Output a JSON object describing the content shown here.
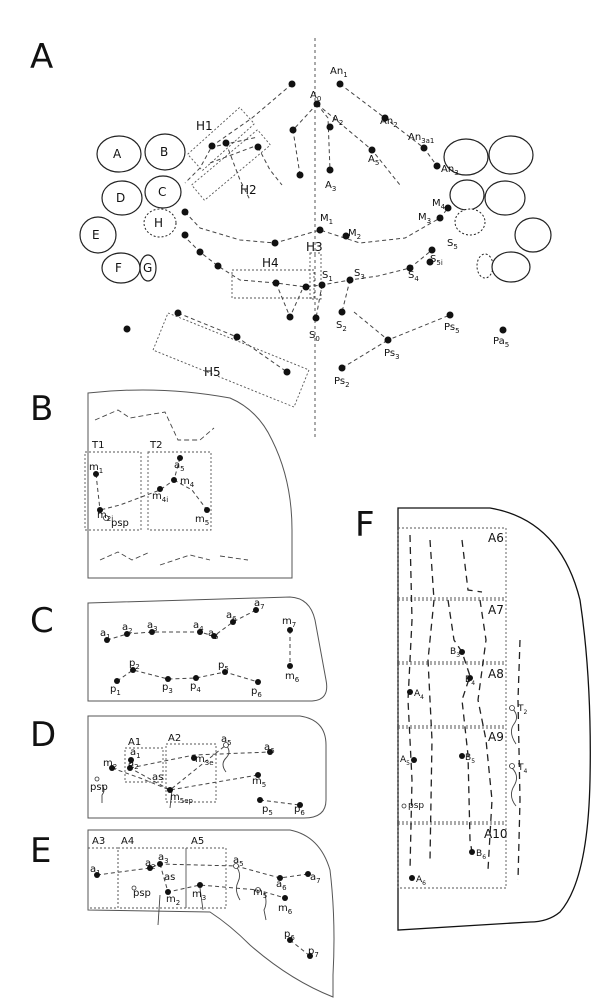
{
  "panels": {
    "a": "A",
    "b": "B",
    "c": "C",
    "d": "D",
    "e": "E",
    "f": "F"
  },
  "panel_a": {
    "stemmata": [
      "A",
      "B",
      "C",
      "D",
      "E",
      "F",
      "G",
      "H"
    ],
    "boxes": [
      "H1",
      "H2",
      "H3",
      "H4",
      "H5"
    ],
    "setae": [
      {
        "base": "An",
        "sub": "1"
      },
      {
        "base": "A",
        "sub": "0"
      },
      {
        "base": "A",
        "sub": "2"
      },
      {
        "base": "An",
        "sub": "2"
      },
      {
        "base": "An",
        "sub": "3a1"
      },
      {
        "base": "A",
        "sub": "5"
      },
      {
        "base": "An",
        "sub": "3"
      },
      {
        "base": "A",
        "sub": "3"
      },
      {
        "base": "M",
        "sub": "4"
      },
      {
        "base": "M",
        "sub": "1"
      },
      {
        "base": "M",
        "sub": "3"
      },
      {
        "base": "M",
        "sub": "2"
      },
      {
        "base": "S",
        "sub": "5"
      },
      {
        "base": "S",
        "sub": "5i"
      },
      {
        "base": "S",
        "sub": "1"
      },
      {
        "base": "S",
        "sub": "3"
      },
      {
        "base": "S",
        "sub": "4"
      },
      {
        "base": "S",
        "sub": "2"
      },
      {
        "base": "S",
        "sub": "0"
      },
      {
        "base": "Ps",
        "sub": "5"
      },
      {
        "base": "Pa",
        "sub": "5"
      },
      {
        "base": "Ps",
        "sub": "3"
      },
      {
        "base": "Ps",
        "sub": "2"
      }
    ]
  },
  "panel_b": {
    "boxes": [
      "T1",
      "T2"
    ],
    "setae": [
      {
        "base": "m",
        "sub": "1"
      },
      {
        "base": "a",
        "sub": "5"
      },
      {
        "base": "m",
        "sub": "4"
      },
      {
        "base": "m",
        "sub": "4i"
      },
      {
        "base": "m",
        "sub": "2i"
      },
      {
        "base": "m",
        "sub": "5"
      }
    ],
    "psp": "psp"
  },
  "panel_c": {
    "setae": [
      {
        "base": "a",
        "sub": "1"
      },
      {
        "base": "a",
        "sub": "2"
      },
      {
        "base": "a",
        "sub": "3"
      },
      {
        "base": "a",
        "sub": "4"
      },
      {
        "base": "a",
        "sub": "5"
      },
      {
        "base": "a",
        "sub": "6"
      },
      {
        "base": "a",
        "sub": "7"
      },
      {
        "base": "m",
        "sub": "7"
      },
      {
        "base": "m",
        "sub": "6"
      },
      {
        "base": "p",
        "sub": "1"
      },
      {
        "base": "p",
        "sub": "2"
      },
      {
        "base": "p",
        "sub": "3"
      },
      {
        "base": "p",
        "sub": "4"
      },
      {
        "base": "p",
        "sub": "5"
      },
      {
        "base": "p",
        "sub": "6"
      }
    ]
  },
  "panel_d": {
    "boxes": [
      "A1",
      "A2"
    ],
    "setae": [
      {
        "base": "a",
        "sub": "1"
      },
      {
        "base": "a",
        "sub": "2"
      },
      {
        "base": "a",
        "sub": "5"
      },
      {
        "base": "a",
        "sub": "6"
      },
      {
        "base": "m",
        "sub": "2"
      },
      {
        "base": "m",
        "sub": "3e"
      },
      {
        "base": "m",
        "sub": "5"
      },
      {
        "base": "m",
        "sub": "5ep"
      },
      {
        "base": "p",
        "sub": "5"
      },
      {
        "base": "p",
        "sub": "6"
      }
    ],
    "as": "as",
    "psp": "psp"
  },
  "panel_e": {
    "boxes": [
      "A3",
      "A4",
      "A5"
    ],
    "setae": [
      {
        "base": "a",
        "sub": "1"
      },
      {
        "base": "a",
        "sub": "2"
      },
      {
        "base": "a",
        "sub": "3"
      },
      {
        "base": "a",
        "sub": "5"
      },
      {
        "base": "a",
        "sub": "6"
      },
      {
        "base": "a",
        "sub": "7"
      },
      {
        "base": "m",
        "sub": "2"
      },
      {
        "base": "m",
        "sub": "3"
      },
      {
        "base": "m",
        "sub": "5"
      },
      {
        "base": "m",
        "sub": "6"
      },
      {
        "base": "p",
        "sub": "6"
      },
      {
        "base": "p",
        "sub": "7"
      }
    ],
    "as": "as",
    "psp": "psp"
  },
  "panel_f": {
    "boxes": [
      "A6",
      "A7",
      "A8",
      "A9",
      "A10"
    ],
    "setae": [
      {
        "base": "B",
        "sub": "3"
      },
      {
        "base": "B",
        "sub": "4"
      },
      {
        "base": "A",
        "sub": "4"
      },
      {
        "base": "T",
        "sub": "2"
      },
      {
        "base": "A",
        "sub": "5"
      },
      {
        "base": "B",
        "sub": "5"
      },
      {
        "base": "T",
        "sub": "4"
      },
      {
        "base": "B",
        "sub": "6"
      },
      {
        "base": "A",
        "sub": "6"
      }
    ],
    "psp": "psp"
  }
}
